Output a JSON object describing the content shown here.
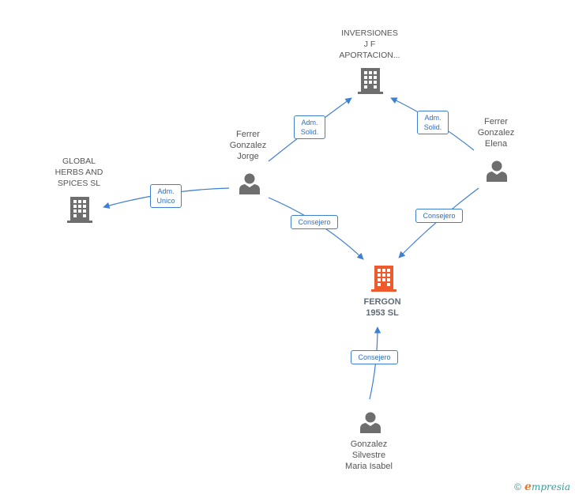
{
  "colors": {
    "edge": "#3f7fd0",
    "company": "#6e6e6e",
    "focus_company": "#ee5a2c",
    "person": "#6e6e6e"
  },
  "nodes": {
    "inversiones": {
      "label": "INVERSIONES\nJ F\nAPORTACION...",
      "icon": "building-icon"
    },
    "global_herbs": {
      "label": "GLOBAL\nHERBS AND\nSPICES  SL",
      "icon": "building-icon"
    },
    "fergon": {
      "label": "FERGON\n1953  SL",
      "icon": "building-icon"
    },
    "ferrer_jorge": {
      "label": "Ferrer\nGonzalez\nJorge",
      "icon": "person-icon"
    },
    "ferrer_elena": {
      "label": "Ferrer\nGonzalez\nElena",
      "icon": "person-icon"
    },
    "gonzalez_maria": {
      "label": "Gonzalez\nSilvestre\nMaria Isabel",
      "icon": "person-icon"
    }
  },
  "edges": [
    {
      "from": "ferrer_jorge",
      "to": "inversiones",
      "label": "Adm.\nSolid."
    },
    {
      "from": "ferrer_elena",
      "to": "inversiones",
      "label": "Adm.\nSolid."
    },
    {
      "from": "ferrer_jorge",
      "to": "global_herbs",
      "label": "Adm.\nUnico"
    },
    {
      "from": "ferrer_jorge",
      "to": "fergon",
      "label": "Consejero"
    },
    {
      "from": "ferrer_elena",
      "to": "fergon",
      "label": "Consejero"
    },
    {
      "from": "gonzalez_maria",
      "to": "fergon",
      "label": "Consejero"
    }
  ],
  "footer": {
    "copyright": "©",
    "brand_initial": "e",
    "brand_rest": "mpresia"
  }
}
